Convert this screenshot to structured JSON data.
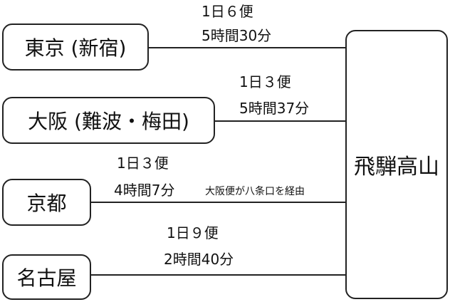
{
  "destination": "飛騨高山",
  "routes": [
    {
      "origin": "東京 (新宿)",
      "frequency": "1日６便",
      "duration": "5時間30分"
    },
    {
      "origin": "大阪 (難波・梅田)",
      "frequency": "1日３便",
      "duration": "5時間37分"
    },
    {
      "origin": "京都",
      "frequency": "1日３便",
      "duration": "4時間7分",
      "note": "大阪便が八条口を経由"
    },
    {
      "origin": "名古屋",
      "frequency": "1日９便",
      "duration": "2時間40分"
    }
  ]
}
